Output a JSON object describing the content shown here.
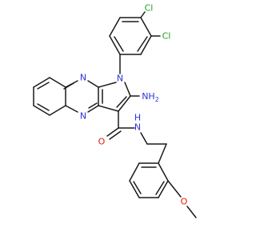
{
  "molecule": {
    "colors": {
      "carbon_bond": "#1a1a1a",
      "nitrogen": "#2b34d9",
      "oxygen": "#e8180c",
      "chlorine": "#21a31c",
      "background": "#ffffff"
    },
    "labels": {
      "cl_top": "Cl",
      "cl_right": "Cl",
      "n_ring": "N",
      "n_quin_top": "N",
      "n_quin_bottom": "N",
      "nh2": "NH",
      "nh2_sub": "2",
      "o_amide": "O",
      "nh_amide": "N",
      "h_amide": "H",
      "o_methoxy": "O"
    }
  }
}
